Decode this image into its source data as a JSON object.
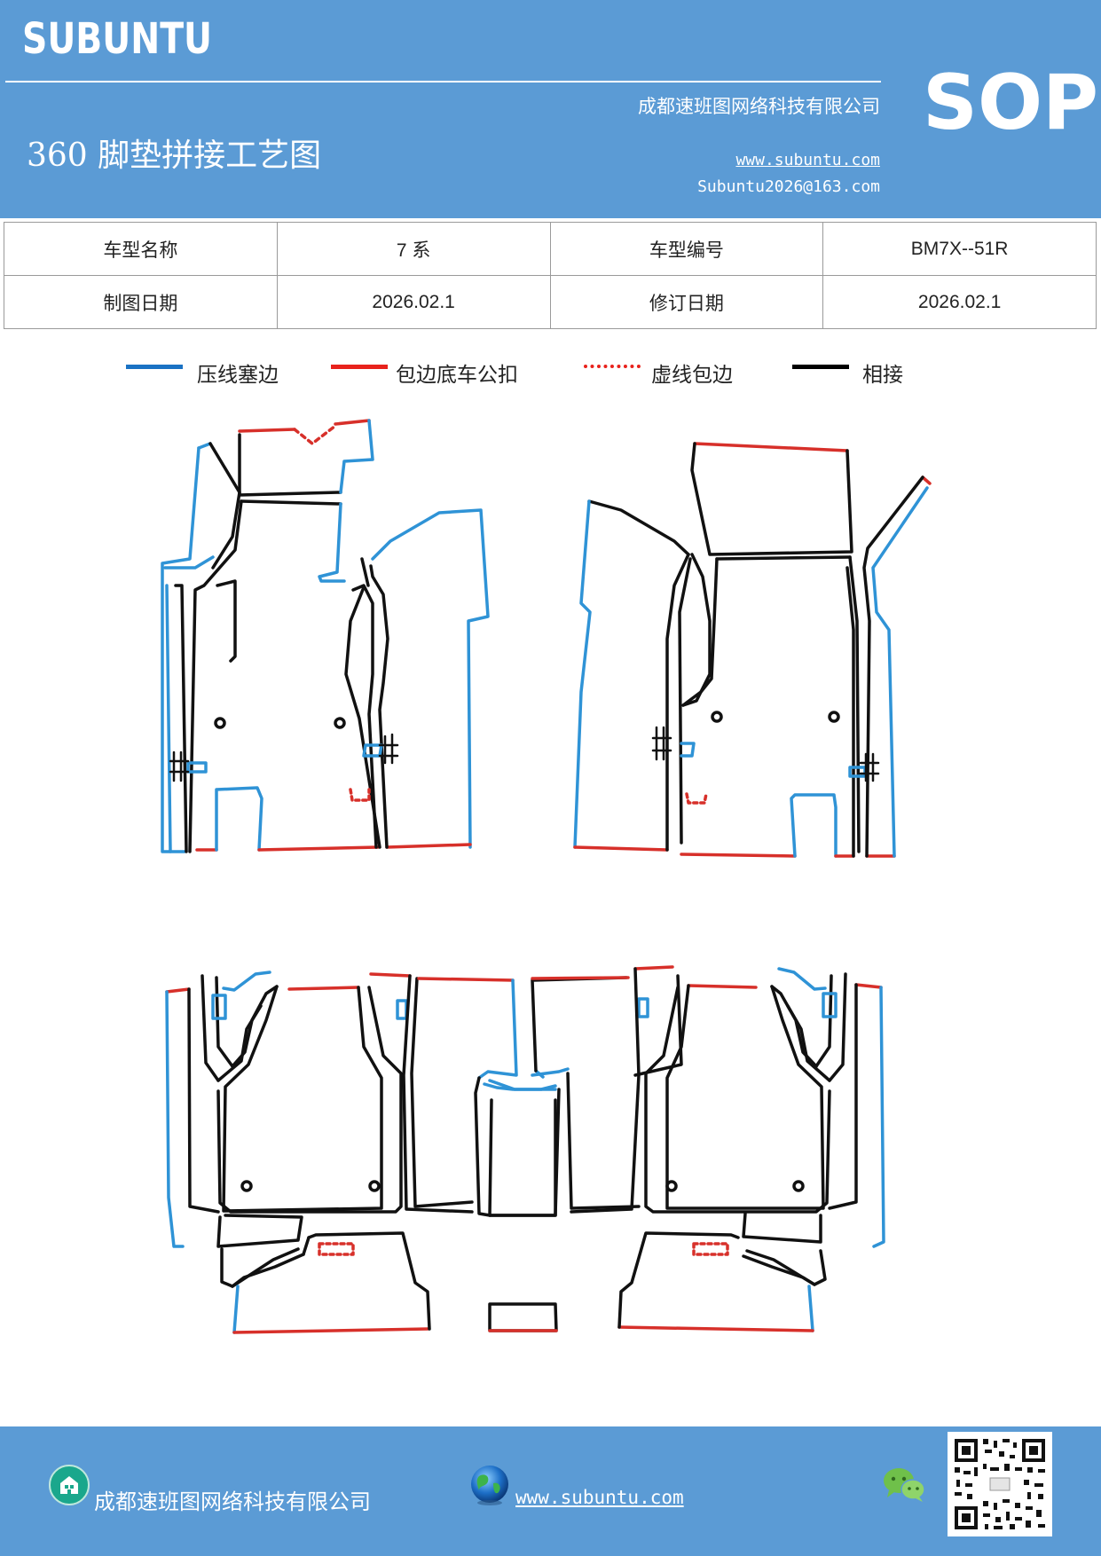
{
  "header": {
    "brand": "SUBUNTU",
    "company": "成都速班图网络科技有限公司",
    "title": "360 脚垫拼接工艺图",
    "website": "www.subuntu.com",
    "email": "Subuntu2026@163.com",
    "sop": "SOP"
  },
  "info_table": {
    "row1": {
      "label1": "车型名称",
      "value1": "7 系",
      "label2": "车型编号",
      "value2": "BM7X--51R"
    },
    "row2": {
      "label1": "制图日期",
      "value1": "2026.02.1",
      "label2": "修订日期",
      "value2": "2026.02.1"
    }
  },
  "legend": [
    {
      "label": "压线塞边",
      "color": "#1a72c4",
      "style": "solid"
    },
    {
      "label": "包边底车公扣",
      "color": "#e8221c",
      "style": "solid"
    },
    {
      "label": "虚线包边",
      "color": "#e8221c",
      "style": "dotted"
    },
    {
      "label": "相接",
      "color": "#000000",
      "style": "solid"
    }
  ],
  "colors": {
    "brand": "#5b9bd5",
    "blue_edge": "#2f93d6",
    "red_edge": "#d7302a",
    "join": "#111111"
  },
  "footer": {
    "company": "成都速班图网络科技有限公司",
    "website": "www.subuntu.com",
    "icons": [
      "company-building-icon",
      "globe-icon",
      "wechat-icon",
      "qr-code-icon"
    ]
  }
}
